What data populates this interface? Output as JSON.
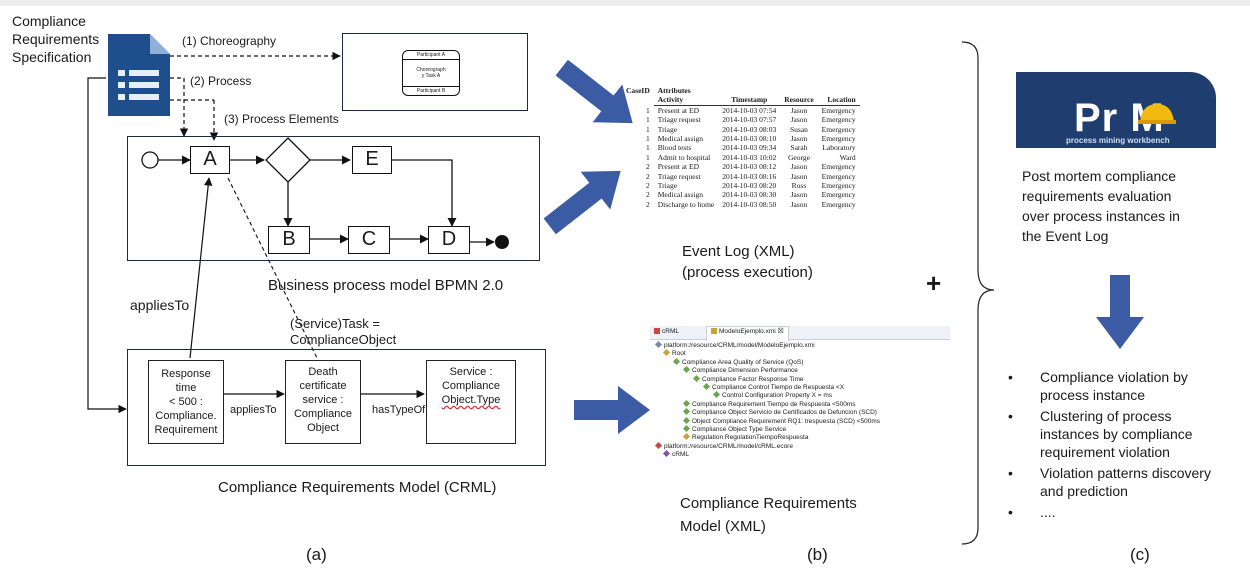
{
  "spec_title": [
    "Compliance",
    "Requirements",
    "Specification"
  ],
  "arrows": {
    "choreography": "(1) Choreography",
    "process": "(2) Process",
    "process_elements": "(3) Process Elements",
    "applies_to_left": "appliesTo",
    "applies_to_mid": "appliesTo",
    "has_type_of": "hasTypeOf"
  },
  "choreography": {
    "participant_a": "Participant A",
    "task": [
      "Choreograph",
      "y Task A"
    ],
    "participant_b": "Participant B"
  },
  "bpmn": {
    "tasks": [
      "A",
      "E",
      "B",
      "C",
      "D"
    ],
    "caption": "Business process model BPMN 2.0"
  },
  "service_task_label": [
    "(Service)Task =",
    "ComplianceObject"
  ],
  "crml": {
    "box1": [
      "Response time",
      "< 500 :",
      "Compliance.",
      "Requirement"
    ],
    "box2": [
      "Death",
      "certificate",
      "service :",
      "Compliance",
      "Object"
    ],
    "box3_lines": [
      "Service :",
      "Compliance"
    ],
    "box3_type": "Object.Type",
    "caption": "Compliance Requirements Model (CRML)"
  },
  "event_log": {
    "headers": [
      "CaseID",
      "Attributes"
    ],
    "columns": [
      "Activity",
      "Timestamp",
      "Resource",
      "Location"
    ],
    "rows": [
      [
        "1",
        "Present at ED",
        "2014-10-03 07:54",
        "Jason",
        "Emergency"
      ],
      [
        "1",
        "Triage request",
        "2014-10-03 07:57",
        "Jason",
        "Emergency"
      ],
      [
        "1",
        "Triage",
        "2014-10-03 08:03",
        "Susan",
        "Emergency"
      ],
      [
        "1",
        "Medical assign",
        "2014-10-03 08:10",
        "Jason",
        "Emergency"
      ],
      [
        "1",
        "Blood tests",
        "2014-10-03 09:34",
        "Sarah",
        "Laboratory"
      ],
      [
        "1",
        "Admit to hospital",
        "2014-10-03 10:02",
        "George",
        "Ward"
      ],
      [
        "2",
        "Present at ED",
        "2014-10-03 08:12",
        "Jason",
        "Emergency"
      ],
      [
        "2",
        "Triage request",
        "2014-10-03 08:16",
        "Jason",
        "Emergency"
      ],
      [
        "2",
        "Triage",
        "2014-10-03 08:20",
        "Ross",
        "Emergency"
      ],
      [
        "2",
        "Medical assign",
        "2014-10-03 08:30",
        "Jason",
        "Emergency"
      ],
      [
        "2",
        "Discharge to home",
        "2014-10-03 08:50",
        "Jason",
        "Emergency"
      ]
    ],
    "caption": [
      "Event Log (XML)",
      "(process execution)"
    ]
  },
  "xml_panel": {
    "tabs": [
      "cRML",
      "ModeloEjemplo.xmi"
    ],
    "tree": [
      "platform:/resource/CRML/model/ModeloEjemplo.xmi",
      "Root",
      "Compliance Area Quality of Service (QoS)",
      "Compliance Dimension Performance",
      "Compliance Factor Response Time",
      "Compliance Control Tiempo de Respuesta <X",
      "Control Configuration Property X = ms",
      "Compliance Requirement Tiempo de Respuesta <500ms",
      "Compliance Object Servicio de Certificados de Defuncion (SCD)",
      "Object Compliance Requirement RQ1: trespuesta (SCD) <500ms",
      "Compliance Object Type Service",
      "Regulation RegulationTiempoRespuesta",
      "platform:/resource/CRML/model/cRML.ecore",
      "cRML"
    ],
    "caption": [
      "Compliance Requirements",
      "Model (XML)"
    ]
  },
  "plus": "+",
  "prom": {
    "logo_text": "Pr M",
    "logo_sub": "process mining workbench",
    "description": [
      "Post mortem compliance",
      "requirements evaluation",
      "over process instances in",
      "the Event Log"
    ]
  },
  "outcomes": [
    [
      "Compliance violation by",
      "process instance"
    ],
    [
      "Clustering of process",
      "instances by compliance",
      "requirement violation"
    ],
    [
      "Violation patterns discovery",
      "and prediction"
    ],
    [
      "...."
    ]
  ],
  "panel_labels": [
    "(a)",
    "(b)",
    "(c)"
  ],
  "colors": {
    "arrow_blue": "#3b5ba5",
    "prom_navy": "#1f3d6e",
    "prom_yellow": "#f2b90f"
  },
  "icons": [
    "document-icon"
  ]
}
